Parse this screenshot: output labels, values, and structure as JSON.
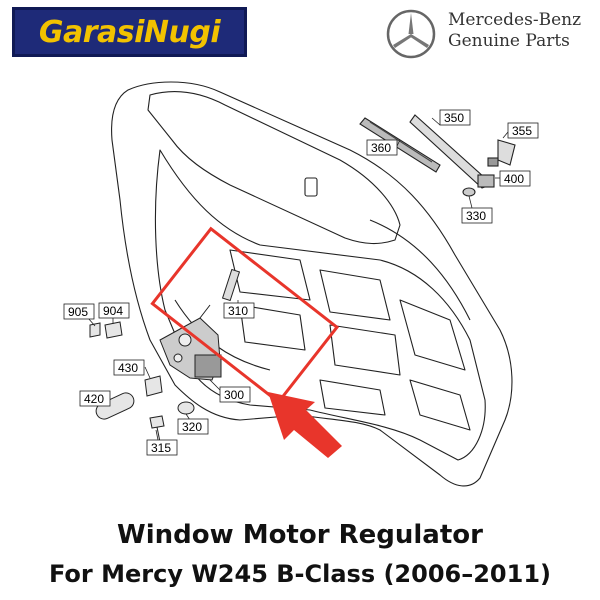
{
  "header": {
    "shop_logo_text": "GarasiNugi",
    "brand_line1": "Mercedes-Benz",
    "brand_line2": "Genuine Parts",
    "brand_logo_icon": "mercedes-star-icon"
  },
  "diagram": {
    "part_labels": [
      "350",
      "355",
      "360",
      "400",
      "330",
      "310",
      "905",
      "904",
      "430",
      "300",
      "420",
      "320",
      "315"
    ],
    "highlight_color": "#e8352b",
    "arrow_color": "#e8352b"
  },
  "caption": {
    "line1": "Window Motor Regulator",
    "line2": "For Mercy W245 B-Class (2006–2011)"
  }
}
